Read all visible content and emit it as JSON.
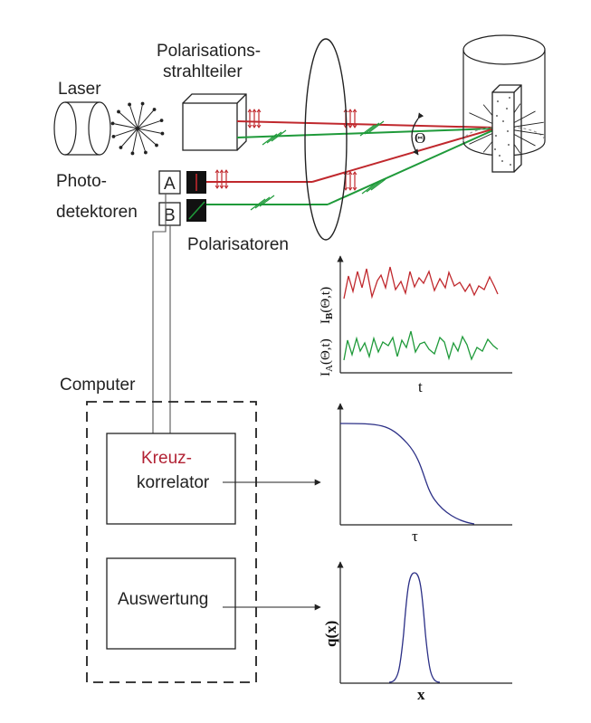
{
  "labels": {
    "laser": "Laser",
    "splitter_line1": "Polarisations-",
    "splitter_line2": "strahlteiler",
    "photo_line1": "Photo-",
    "photo_line2": "detektoren",
    "det_a": "A",
    "det_b": "B",
    "polarizers": "Polarisatoren",
    "theta": "Θ",
    "computer": "Computer",
    "correlator_line1": "Kreuz-",
    "correlator_line2": "korrelator",
    "evaluation": "Auswertung"
  },
  "plots": {
    "ib_label_main": "I",
    "ib_label_sub": "B",
    "ib_label_arg": "(Θ,t)",
    "ia_label_main": "I",
    "ia_label_sub": "A",
    "ia_label_arg": "(Θ,t)",
    "time_axis": "t",
    "tau_axis": "τ",
    "q_label": "q(x)",
    "x_axis": "x"
  },
  "colors": {
    "red_beam": "#c0282d",
    "green_beam": "#1f9a3a",
    "curve_blue": "#2b2f86",
    "kreuz_red": "#b22234",
    "line_dark": "#222222"
  },
  "icons": {
    "laser": "laser-cylinder-icon",
    "scatter": "scatter-star-icon",
    "cuvette": "sample-cuvette-icon"
  }
}
